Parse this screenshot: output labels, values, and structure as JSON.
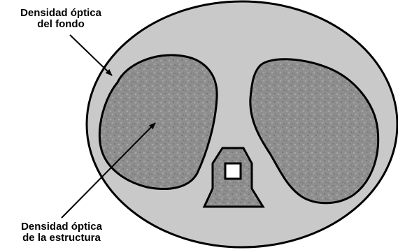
{
  "labels": {
    "background_density": {
      "line1": "Densidad óptica",
      "line2": "del fondo"
    },
    "structure_density": {
      "line1": "Densidad óptica",
      "line2": "de la estructura"
    }
  },
  "colors": {
    "background_fill": "#c9c9c9",
    "structure_fill": "#8e8e8e",
    "outline": "#000000",
    "page": "#ffffff"
  },
  "icons": {
    "arrow_marker": "arrowhead"
  }
}
